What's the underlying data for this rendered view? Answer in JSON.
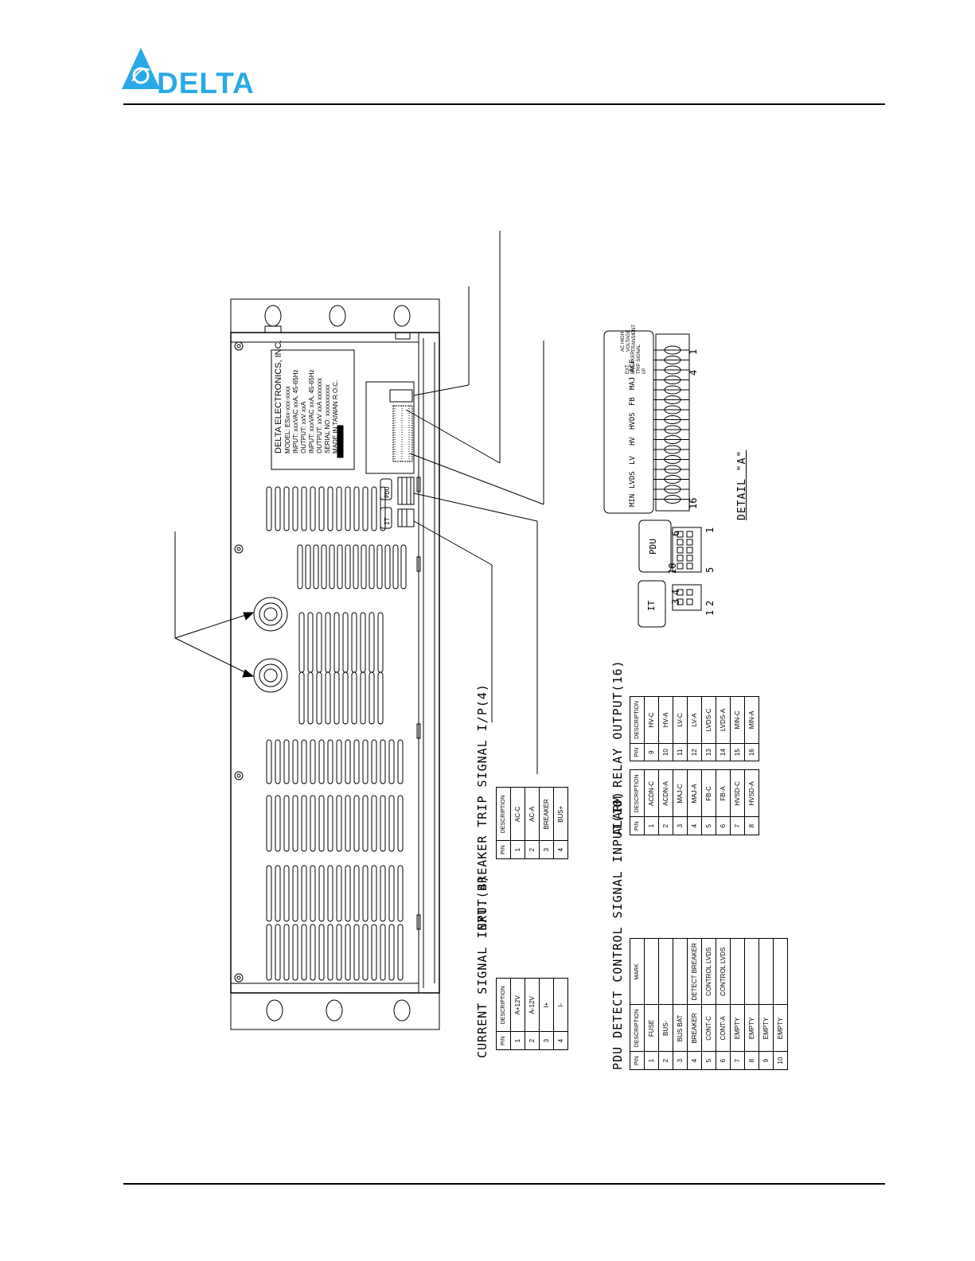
{
  "header": {
    "brand": "DELTA"
  },
  "unit_label": {
    "company": "DELTA ELECTRONICS, INC.",
    "lines": [
      "MODEL: ESxx-xxx-xxxx",
      "INPUT: xxxVAC xxA, 45-65Hz",
      "OUTPUT: xxV xxA",
      "INPUT: xxxVAC xxA, 45-65Hz",
      "OUTPUT: xxV xxA xxxxxxx",
      "SERIAL NO: xxxxxxxxxx",
      "MADE IN TAIWAN R.O.C."
    ]
  },
  "connector_labels": {
    "pdu": "PDU",
    "it": "IT"
  },
  "detail": {
    "title": "DETAIL \"A\"",
    "pdu_label": "PDU",
    "it_label": "IT",
    "alarm_labels": [
      "MIN",
      "LVDS",
      "LV",
      "HV",
      "HVDS",
      "FB",
      "MAJ",
      "ACF",
      "EXT BREAKER TRIP SIGNAL I/P",
      "AC HIGH VOLTAGE TRANSIENT"
    ],
    "pin_numbers": {
      "p16": "16",
      "p1": "1",
      "p4": "4",
      "pdu_6": "6",
      "pdu_1": "1",
      "pdu_10": "10",
      "pdu_5": "5",
      "it_4": "4",
      "it_3": "3",
      "it_2": "2",
      "it_1": "1"
    }
  },
  "tables": {
    "current_signal": {
      "title": "CURRENT SIGNAL INPUT(4)",
      "headers": [
        "PIN",
        "DESCRIPTION"
      ],
      "rows": [
        [
          "1",
          "A+12V"
        ],
        [
          "2",
          "A-12V"
        ],
        [
          "3",
          "I+"
        ],
        [
          "4",
          "I-"
        ]
      ]
    },
    "ext_breaker": {
      "title": "EXT. BREAKER TRIP SIGNAL I/P(4)",
      "headers": [
        "PIN",
        "DESCRIPTION"
      ],
      "rows": [
        [
          "1",
          "AC-C"
        ],
        [
          "2",
          "AC-A"
        ],
        [
          "3",
          "BREAKER"
        ],
        [
          "4",
          "BUS+"
        ]
      ]
    },
    "pdu_detect": {
      "title": "PDU DETECT CONTROL SIGNAL INPUT(10)",
      "headers": [
        "PIN",
        "DESCRIPTION",
        "MARK"
      ],
      "rows": [
        [
          "1",
          "FUSE",
          ""
        ],
        [
          "2",
          "BUS-",
          ""
        ],
        [
          "3",
          "BUS BAT",
          ""
        ],
        [
          "4",
          "BREAKER",
          "DETECT BREAKER"
        ],
        [
          "5",
          "CONT-C",
          "CONTROL LVDS"
        ],
        [
          "6",
          "CONT-A",
          "CONTROL LVDS"
        ],
        [
          "7",
          "EMPTY",
          ""
        ],
        [
          "8",
          "EMPTY",
          ""
        ],
        [
          "9",
          "EMPTY",
          ""
        ],
        [
          "10",
          "EMPTY",
          ""
        ]
      ]
    },
    "alarm_relay": {
      "title": "ALARM RELAY OUTPUT(16)",
      "headers": [
        "PIN",
        "DESCRIPTION"
      ],
      "rows_a": [
        [
          "1",
          "ACDN-C"
        ],
        [
          "2",
          "ACDN-A"
        ],
        [
          "3",
          "MAJ-C"
        ],
        [
          "4",
          "MAJ-A"
        ],
        [
          "5",
          "FB-C"
        ],
        [
          "6",
          "FB-A"
        ],
        [
          "7",
          "HVSD-C"
        ],
        [
          "8",
          "HVSD-A"
        ]
      ],
      "rows_b": [
        [
          "9",
          "HV-C"
        ],
        [
          "10",
          "HV-A"
        ],
        [
          "11",
          "LV-C"
        ],
        [
          "12",
          "LV-A"
        ],
        [
          "13",
          "LVDS-C"
        ],
        [
          "14",
          "LVDS-A"
        ],
        [
          "15",
          "MIN-C"
        ],
        [
          "16",
          "MIN-A"
        ]
      ]
    }
  },
  "colors": {
    "brand_blue": "#29a9e6",
    "line": "#000000"
  }
}
